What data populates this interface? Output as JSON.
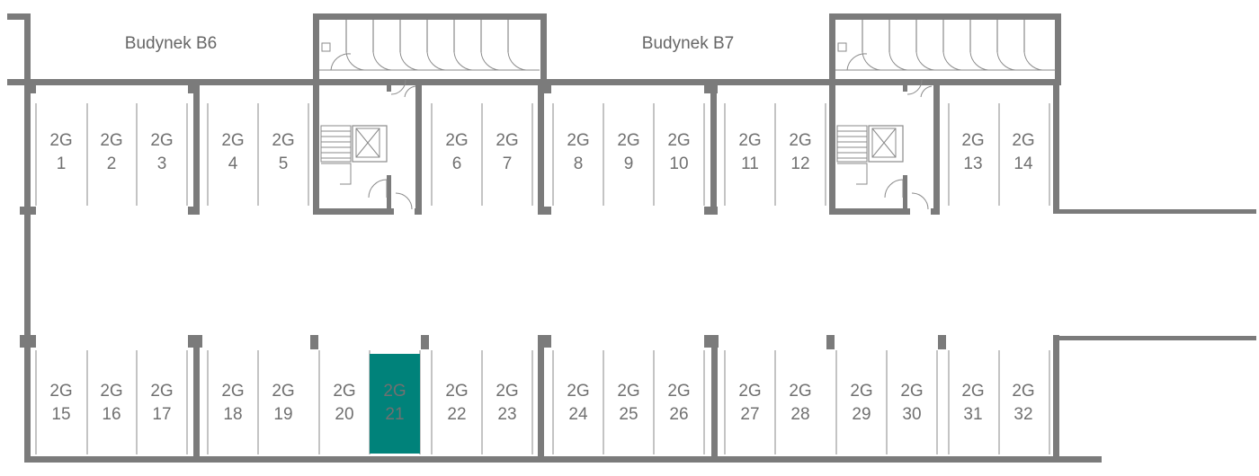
{
  "buildings": [
    {
      "id": "b6",
      "label": "Budynek B6"
    },
    {
      "id": "b7",
      "label": "Budynek B7"
    }
  ],
  "accent_color": "#00827a",
  "selected_slot": "21",
  "slots": [
    {
      "num": "1",
      "prefix": "2G",
      "row": "top"
    },
    {
      "num": "2",
      "prefix": "2G",
      "row": "top"
    },
    {
      "num": "3",
      "prefix": "2G",
      "row": "top"
    },
    {
      "num": "4",
      "prefix": "2G",
      "row": "top"
    },
    {
      "num": "5",
      "prefix": "2G",
      "row": "top"
    },
    {
      "num": "6",
      "prefix": "2G",
      "row": "top"
    },
    {
      "num": "7",
      "prefix": "2G",
      "row": "top"
    },
    {
      "num": "8",
      "prefix": "2G",
      "row": "top"
    },
    {
      "num": "9",
      "prefix": "2G",
      "row": "top"
    },
    {
      "num": "10",
      "prefix": "2G",
      "row": "top"
    },
    {
      "num": "11",
      "prefix": "2G",
      "row": "top"
    },
    {
      "num": "12",
      "prefix": "2G",
      "row": "top"
    },
    {
      "num": "13",
      "prefix": "2G",
      "row": "top"
    },
    {
      "num": "14",
      "prefix": "2G",
      "row": "top"
    },
    {
      "num": "15",
      "prefix": "2G",
      "row": "bottom"
    },
    {
      "num": "16",
      "prefix": "2G",
      "row": "bottom"
    },
    {
      "num": "17",
      "prefix": "2G",
      "row": "bottom"
    },
    {
      "num": "18",
      "prefix": "2G",
      "row": "bottom"
    },
    {
      "num": "19",
      "prefix": "2G",
      "row": "bottom"
    },
    {
      "num": "20",
      "prefix": "2G",
      "row": "bottom"
    },
    {
      "num": "21",
      "prefix": "2G",
      "row": "bottom"
    },
    {
      "num": "22",
      "prefix": "2G",
      "row": "bottom"
    },
    {
      "num": "23",
      "prefix": "2G",
      "row": "bottom"
    },
    {
      "num": "24",
      "prefix": "2G",
      "row": "bottom"
    },
    {
      "num": "25",
      "prefix": "2G",
      "row": "bottom"
    },
    {
      "num": "26",
      "prefix": "2G",
      "row": "bottom"
    },
    {
      "num": "27",
      "prefix": "2G",
      "row": "bottom"
    },
    {
      "num": "28",
      "prefix": "2G",
      "row": "bottom"
    },
    {
      "num": "29",
      "prefix": "2G",
      "row": "bottom"
    },
    {
      "num": "30",
      "prefix": "2G",
      "row": "bottom"
    },
    {
      "num": "31",
      "prefix": "2G",
      "row": "bottom"
    },
    {
      "num": "32",
      "prefix": "2G",
      "row": "bottom"
    }
  ]
}
